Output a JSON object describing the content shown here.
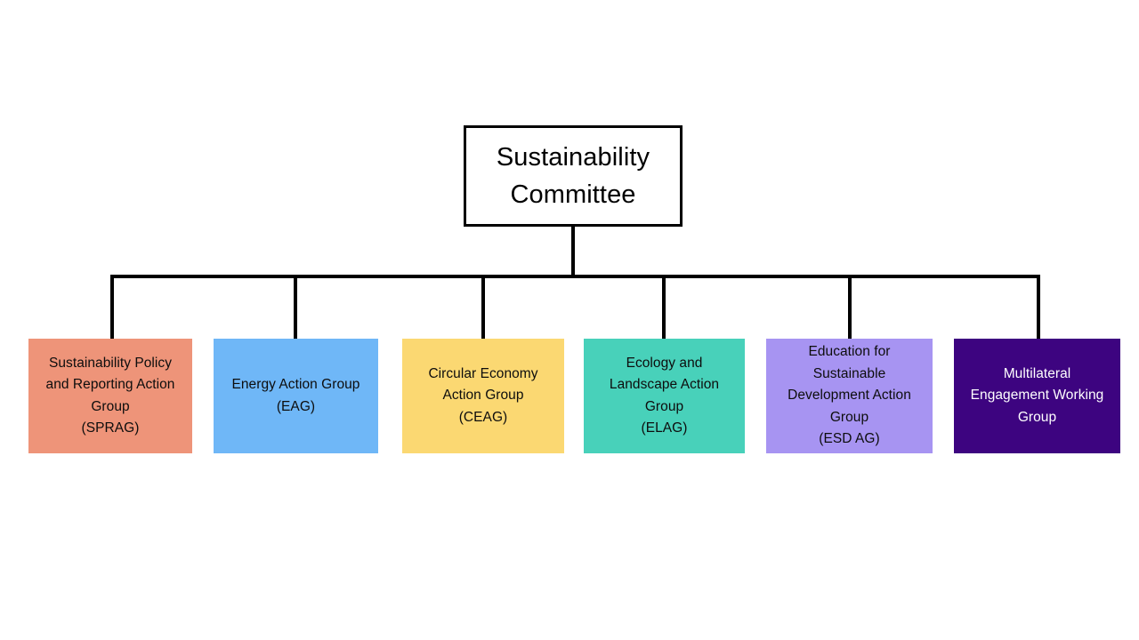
{
  "diagram": {
    "title": "Sustainability Committee organisational chart",
    "type": "organizational-chart",
    "orientation": "top-down",
    "connector_color": "#000000",
    "background_color": "#ffffff"
  },
  "root": {
    "label": "Sustainability\nCommittee",
    "line1": "Sustainability",
    "line2": "Committee",
    "fill": "#ffffff",
    "border_color": "#000000",
    "text_color": "#000000"
  },
  "children": [
    {
      "label": "Sustainability Policy\nand Reporting Action\nGroup\n(SPRAG)",
      "name": "Sustainability Policy and Reporting Action Group",
      "abbreviation": "(SPRAG)",
      "fill": "#ee9479",
      "text_color": "#0d0d0d"
    },
    {
      "label": "Energy Action Group\n(EAG)",
      "name": "Energy Action Group",
      "abbreviation": "(EAG)",
      "fill": "#6fb7f7",
      "text_color": "#0d0d0d"
    },
    {
      "label": "Circular Economy\nAction Group\n(CEAG)",
      "name": "Circular Economy Action Group",
      "abbreviation": "(CEAG)",
      "fill": "#fbd872",
      "text_color": "#0d0d0d"
    },
    {
      "label": "Ecology and\nLandscape Action\nGroup\n(ELAG)",
      "name": "Ecology and Landscape Action Group",
      "abbreviation": "(ELAG)",
      "fill": "#48d1ba",
      "text_color": "#0d0d0d"
    },
    {
      "label": "Education for\nSustainable\nDevelopment Action\nGroup\n(ESD AG)",
      "name": "Education for Sustainable Development Action Group",
      "abbreviation": "(ESD AG)",
      "fill": "#a794f2",
      "text_color": "#0d0d0d"
    },
    {
      "label": "Multilateral\nEngagement Working\nGroup",
      "name": "Multilateral Engagement Working Group",
      "abbreviation": "",
      "fill": "#3d0480",
      "text_color": "#ffffff"
    }
  ]
}
